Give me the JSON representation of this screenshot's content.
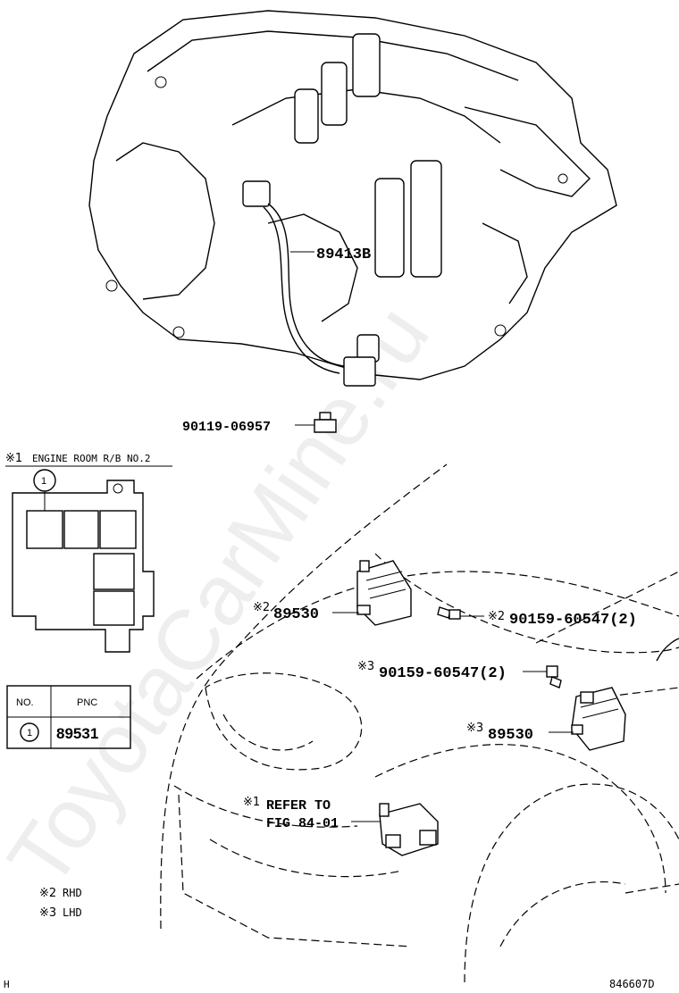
{
  "watermark": "ToyotaCarMine.ru",
  "callouts": {
    "speed_sensor": "89413B",
    "bolt_sensor": "90119-06957",
    "ecu_rhd_mark": "※2",
    "ecu_rhd": "89530",
    "bolt_rhd_mark": "※2",
    "bolt_rhd": "90159-60547(2)",
    "bolt_lhd_mark": "※3",
    "bolt_lhd": "90159-60547(2)",
    "ecu_lhd_mark": "※3",
    "ecu_lhd": "89530",
    "refer_mark": "※1",
    "refer_line1": "REFER TO",
    "refer_line2": "FIG 84-01"
  },
  "inset": {
    "title_mark": "※1",
    "title": "ENGINE ROOM R/B NO.2",
    "circle_num": "1"
  },
  "table": {
    "headers": [
      "NO.",
      "PNC"
    ],
    "rows": [
      {
        "no": "1",
        "pnc": "89531"
      }
    ]
  },
  "notes": [
    {
      "mark": "※2",
      "text": "RHD"
    },
    {
      "mark": "※3",
      "text": "LHD"
    }
  ],
  "footer": {
    "left_mark": "H",
    "code": "846607D"
  }
}
